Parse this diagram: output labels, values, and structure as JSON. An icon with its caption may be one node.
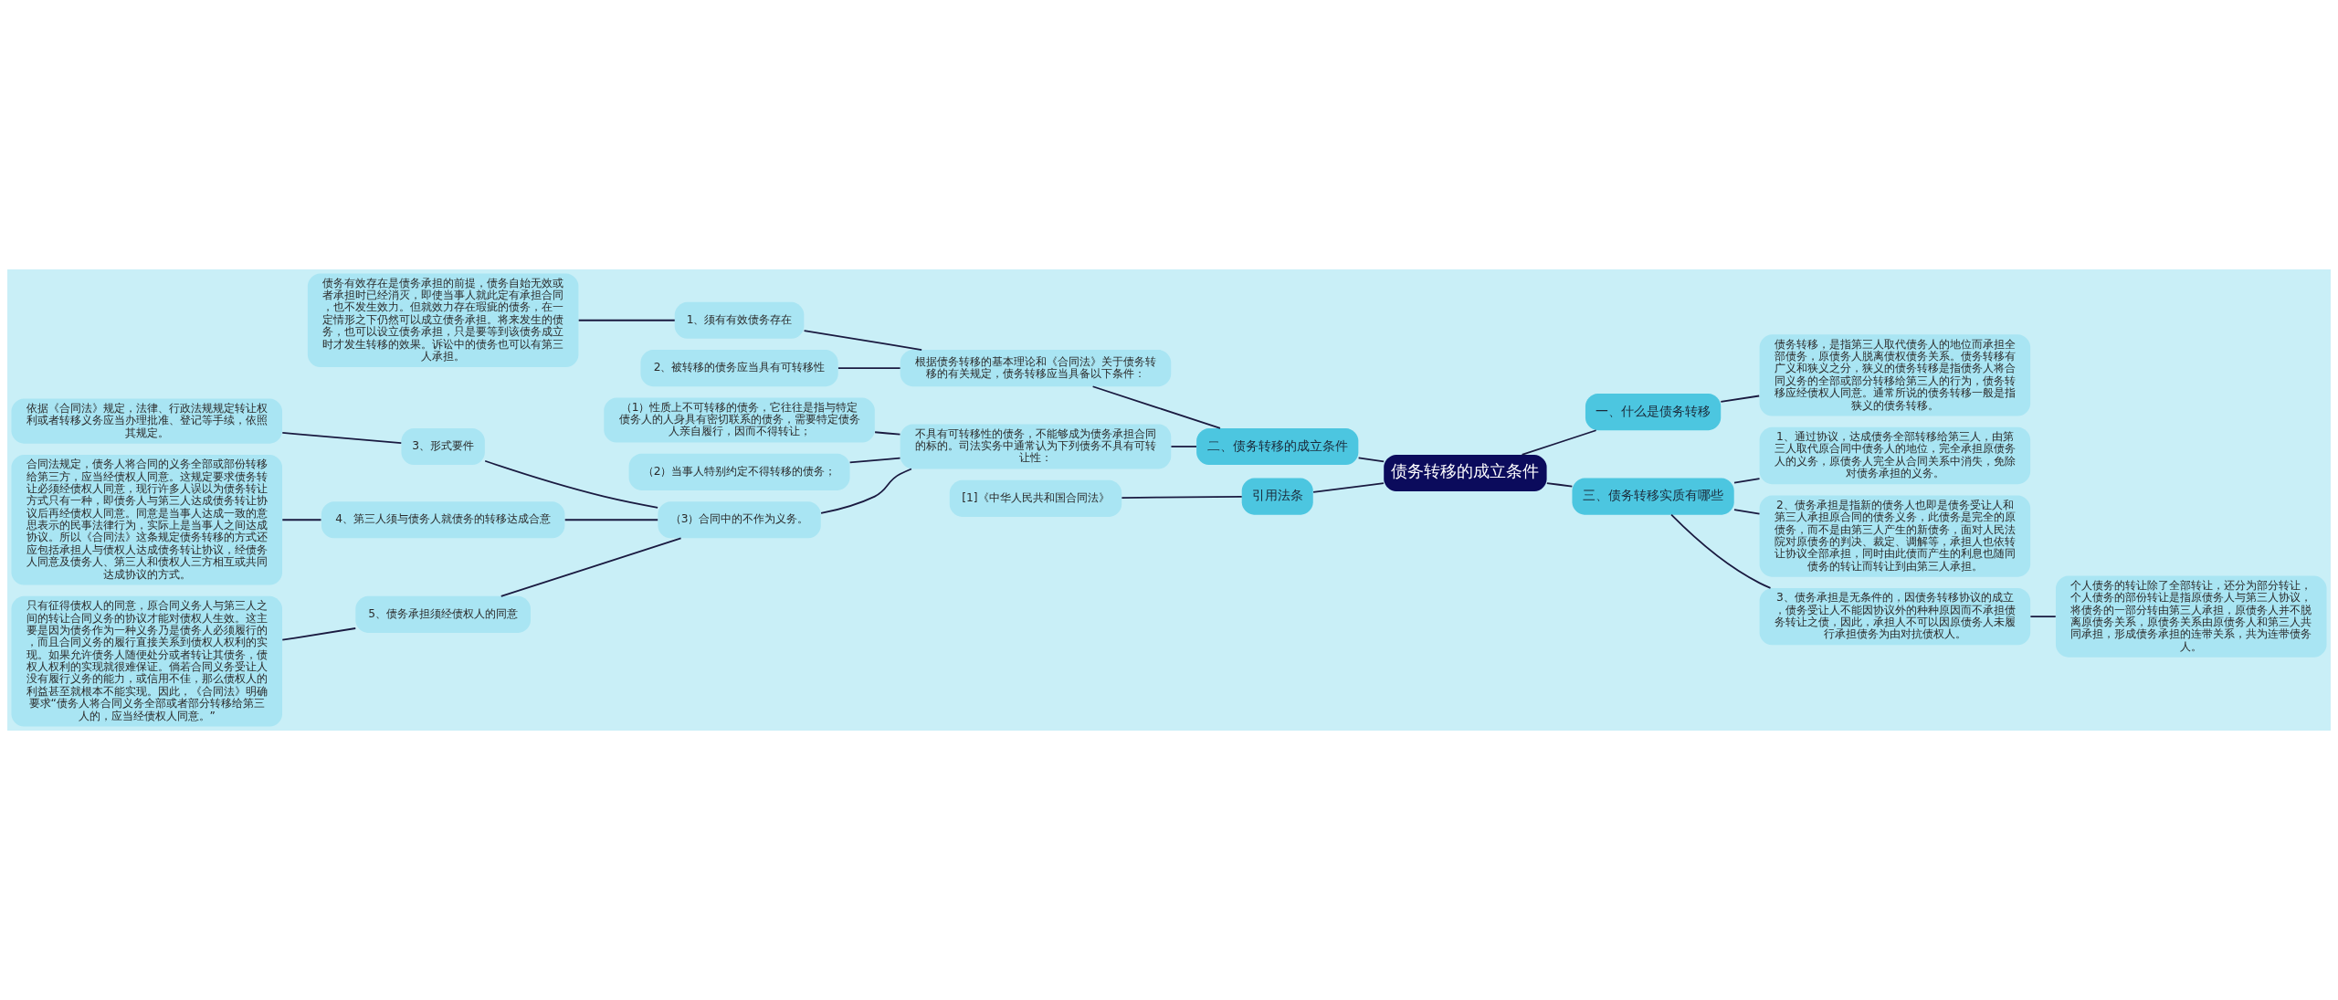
{
  "diagram": {
    "nodes": [
      {
        "text": [
          "债务转移的成立条件"
        ]
      },
      {
        "text": [
          "二、债务转移的成立条件"
        ]
      },
      {
        "text": [
          "根据债务转移的基本理论和《合同法》关于债务转移的有关规定，债务转移应当具备以下条件："
        ]
      },
      {
        "text": [
          "1、须有有效债务存在"
        ]
      },
      {
        "text": [
          "债务有效存在是债务承担的前提，债务自始无效或者承担时已经消灭，即使当事人就此定有承担合同，也不发生效力。但就效力存在瑕疵的债务，在一定情形之下仍然可以成立债务承担。将来发生的债务，也可以设立债务承担，只是要等到该债务成立时才发生转移的效果。诉讼中的债务也可以有第三人承担。"
        ]
      },
      {
        "text": [
          "2、被转移的债务应当具有可转移性"
        ]
      },
      {
        "text": [
          "不具有可转移性的债务，不能够成为债务承担合同的标的。司法实务中通常认为下列债务不具有可转让性："
        ]
      },
      {
        "text": [
          "（1）性质上不可转移的债务，它往往是指与特定债务人的人身具有密切联系的债务，需要特定债务人亲自履行，因而不得转让；"
        ]
      },
      {
        "text": [
          "（2）当事人特别约定不得转移的债务；"
        ]
      },
      {
        "text": [
          "（3）合同中的不作为义务。"
        ]
      },
      {
        "text": [
          "3、形式要件"
        ]
      },
      {
        "text": [
          "依据《合同法》规定，法律、行政法规规定转让权利或者转移义务应当办理批准、登记等手续，依照其规定。"
        ]
      },
      {
        "text": [
          "4、第三人须与债务人就债务的转移达成合意"
        ]
      },
      {
        "text": [
          "合同法规定，债务人将合同的义务全部或部份转移给第三方，应当经债权人同意。这规定要求债务转让必须经债权人同意，现行许多人误以为债务转让方式只有一种，即债务人与第三人达成债务转让协议后再经债权人同意。同意是当事人达成一致的意思表示的民事法律行为，实际上是当事人之间达成协议。所以《合同法》这条规定债务转移的方式还应包括承担人与债权人达成债务转让协议，经债务人同意及债务人、第三人和债权人三方相互或共同达成协议的方式。"
        ]
      },
      {
        "text": [
          "5、债务承担须经债权人的同意"
        ]
      },
      {
        "text": [
          "只有征得债权人的同意，原合同义务人与第三人之间的转让合同义务的协议才能对债权人生效。这主要是因为债务作为一种义务乃是债务人必须履行的，而且合同义务的履行直接关系到债权人权利的实现。如果允许债务人随便处分或者转让其债务，债权人权利的实现就很难保证。倘若合同义务受让人没有履行义务的能力，或信用不佳，那么债权人的利益甚至就根本不能实现。因此，《合同法》明确要求“债务人将合同义务全部或者部分转移给第三人的，应当经债权人同意。”"
        ]
      },
      {
        "text": [
          "引用法条"
        ]
      },
      {
        "text": [
          "[1]《中华人民共和国合同法》"
        ]
      },
      {
        "text": [
          "一、什么是债务转移"
        ]
      },
      {
        "text": [
          "债务转移，是指第三人取代债务人的地位而承担全部债务，原债务人脱离债权债务关系。债务转移有广义和狭义之分，狭义的债务转移是指债务人将合同义务的全部或部分转移给第三人的行为，债务转移应经债权人同意。通常所说的债务转移一般是指狭义的债务转移。"
        ]
      },
      {
        "text": [
          "三、债务转移实质有哪些"
        ]
      },
      {
        "text": [
          "1、通过协议，达成债务全部转移给第三人，由第三人取代原合同中债务人的地位，完全承担原债务人的义务，原债务人完全从合同关系中消失，免除对债务承担的义务。"
        ]
      },
      {
        "text": [
          "2、债务承担是指新的债务人也即是债务受让人和第三人承担原合同的债务义务，此债务是完全的原债务，而不是由第三人产生的新债务，面对人民法院对原债务的判决、裁定、调解等，承担人也依转让协议全部承担，同时由此债而产生的利息也随同债务的转让而转让到由第三人承担。"
        ]
      },
      {
        "text": [
          "3、债务承担是无条件的，因债务转移协议的成立，债务受让人不能因协议外的种种原因而不承担债务转让之债，因此，承担人不可以因原债务人未履行承担债务为由对抗债权人。"
        ]
      },
      {
        "text": [
          "个人债务的转让除了全部转让，还分为部分转让，个人债务的部份转让是指原债务人与第三人协议，将债务的一部分转由第三人承担，原债务人并不脱离原债务关系，原债务关系由原债务人和第三人共同承担，形成债务承担的连带关系，共为连带债务人。"
        ]
      }
    ],
    "edges": [
      {
        "from": 0,
        "to": 1,
        "arrow": "none"
      },
      {
        "from": 1,
        "to": 2,
        "arrow": "none"
      },
      {
        "from": 2,
        "to": 3,
        "arrow": "none"
      },
      {
        "from": 3,
        "to": 4,
        "arrow": "none"
      },
      {
        "from": 2,
        "to": 5,
        "arrow": "none"
      },
      {
        "from": 1,
        "to": 6,
        "arrow": "none"
      },
      {
        "from": 6,
        "to": 7,
        "arrow": "none"
      },
      {
        "from": 6,
        "to": 8,
        "arrow": "none"
      },
      {
        "from": 6,
        "to": 9,
        "arrow": "none"
      },
      {
        "from": 9,
        "to": 10,
        "arrow": "none"
      },
      {
        "from": 10,
        "to": 11,
        "arrow": "none"
      },
      {
        "from": 9,
        "to": 12,
        "arrow": "none"
      },
      {
        "from": 12,
        "to": 13,
        "arrow": "none"
      },
      {
        "from": 9,
        "to": 14,
        "arrow": "none"
      },
      {
        "from": 14,
        "to": 15,
        "arrow": "none"
      },
      {
        "from": 0,
        "to": 16,
        "arrow": "none"
      },
      {
        "from": 16,
        "to": 17,
        "arrow": "none"
      },
      {
        "from": 0,
        "to": 18,
        "arrow": "none"
      },
      {
        "from": 18,
        "to": 19,
        "arrow": "none"
      },
      {
        "from": 0,
        "to": 20,
        "arrow": "none"
      },
      {
        "from": 20,
        "to": 21,
        "arrow": "none"
      },
      {
        "from": 20,
        "to": 22,
        "arrow": "none"
      },
      {
        "from": 20,
        "to": 23,
        "arrow": "none"
      },
      {
        "from": 23,
        "to": 24,
        "arrow": "none"
      }
    ]
  }
}
